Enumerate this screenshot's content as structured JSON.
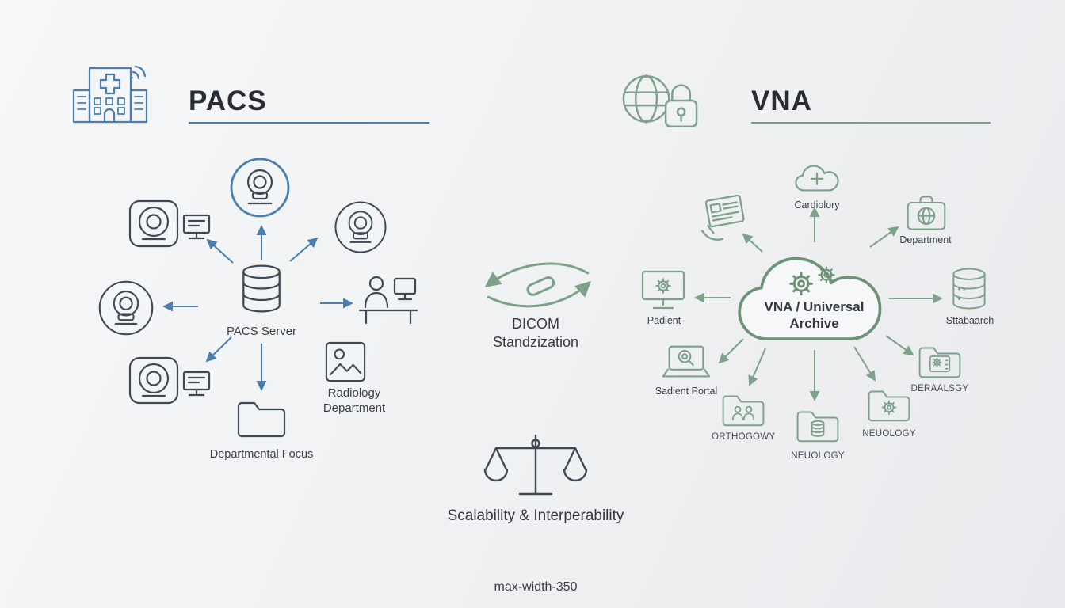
{
  "pacs": {
    "title": "PACS",
    "server": "PACS Server",
    "radiology": "Radiology Department",
    "departmental": "Departmental Focus"
  },
  "center": {
    "dicom": "DICOM Standzization",
    "scalability": "Scalability & Interperability",
    "footnote": "max-width-350"
  },
  "vna": {
    "title": "VNA",
    "archive": "VNA / Universal Archive",
    "cardiology": "Cardiolory",
    "department": "Department",
    "database": "Sttabaarch",
    "patient": "Padient",
    "portal": "Sadient Portal",
    "orthopedics": "ORTHOGOWY",
    "neurology_a": "NEUOLOGY",
    "neurology_b": "NEUOLOGY",
    "dermatology": "DERAALSGY"
  },
  "icons": {
    "hospital": "hospital-building-icon",
    "mri_ring": "mri-scanner-ring-icon",
    "ct_scanner": "ct-scanner-with-console-icon",
    "server_stack": "database-server-icon",
    "doctor_desk": "radiologist-workstation-icon",
    "radiology_image": "radiology-image-icon",
    "folder": "folder-icon",
    "exchange_arrows": "dicom-exchange-arrows-icon",
    "balance_scale": "balance-scale-icon",
    "globe_lock": "secure-network-globe-icon",
    "cloud_gears": "universal-archive-cloud-icon",
    "cloud_cross": "medical-cloud-icon",
    "briefcase_globe": "department-briefcase-icon",
    "monitor_gear": "patient-monitor-icon",
    "laptop_search": "patient-portal-laptop-icon",
    "database_green": "archive-database-icon",
    "hand_tablet": "hand-tablet-icon"
  },
  "colors": {
    "pacs_accent": "#4a7eb0",
    "vna_accent": "#7da189",
    "vna_cloud": "#6d9377",
    "icon_dark": "#3e4956",
    "title_text": "#272d33",
    "background": "#f0f2f3"
  }
}
